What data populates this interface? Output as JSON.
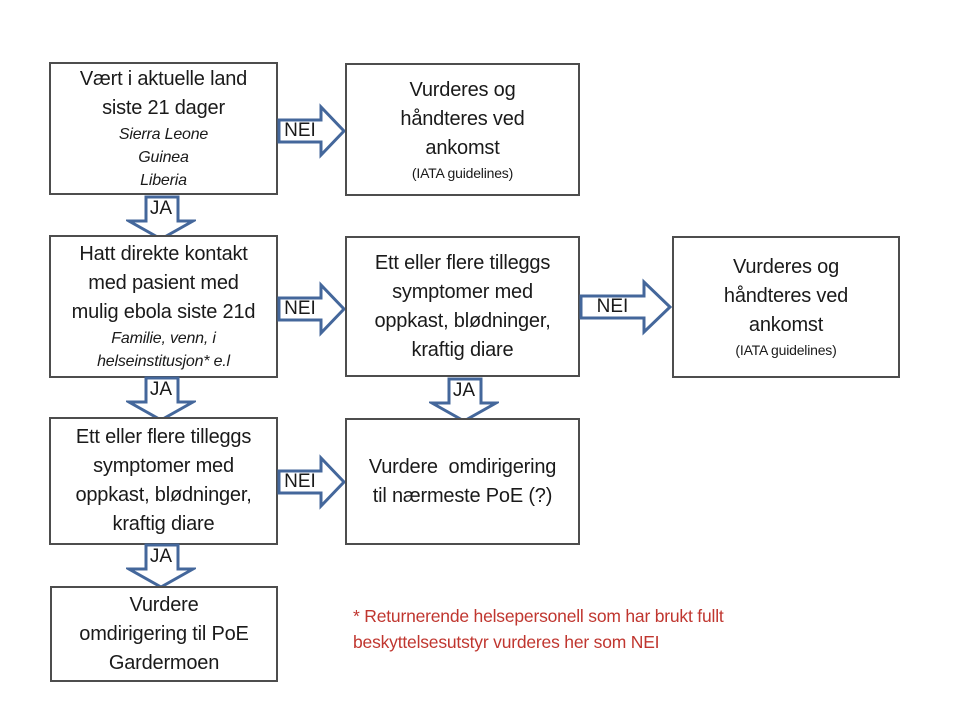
{
  "flowchart": {
    "nodes": {
      "host_country": {
        "lines": [
          "Vært i aktuelle land",
          "siste 21 dager"
        ],
        "sublines": [
          "Sierra Leone",
          "Guinea",
          "Liberia"
        ]
      },
      "assess_arrival_top": {
        "lines": [
          "Vurderes og",
          "håndteres ved",
          "ankomst"
        ],
        "small": "(IATA guidelines)"
      },
      "direct_contact": {
        "lines": [
          "Hatt direkte kontakt",
          "med pasient med",
          "mulig ebola siste 21d"
        ],
        "sublines": [
          "Familie, venn, i",
          "helseinstitusjon* e.l"
        ]
      },
      "symptoms_mid": {
        "lines": [
          "Ett eller flere tilleggs",
          "symptomer med",
          "oppkast, blødninger,",
          "kraftig diare"
        ]
      },
      "assess_arrival_right": {
        "lines": [
          "Vurderes og",
          "håndteres ved",
          "ankomst"
        ],
        "small": "(IATA guidelines)"
      },
      "symptoms_left": {
        "lines": [
          "Ett eller flere tilleggs",
          "symptomer med",
          "oppkast, blødninger,",
          "kraftig diare"
        ]
      },
      "redirect_nearest_poe": {
        "lines": [
          "Vurdere  omdirigering",
          "til nærmeste PoE (?)"
        ]
      },
      "redirect_gardermoen": {
        "lines": [
          "Vurdere",
          "omdirigering til PoE",
          "Gardermoen"
        ]
      }
    },
    "arrow_labels": {
      "yes": "JA",
      "no": "NEI"
    },
    "footnote": {
      "lines": [
        "* Returnerende helsepersonell som har brukt fullt",
        "beskyttelsesutstyr vurderes her som NEI"
      ]
    },
    "colors": {
      "arrow_outline": "#44679b",
      "arrow_fill": "#ffffff",
      "box_border": "#4d4d4d",
      "text": "#1a1a1a",
      "footnote_red": "#c0362f",
      "background": "#ffffff"
    }
  }
}
